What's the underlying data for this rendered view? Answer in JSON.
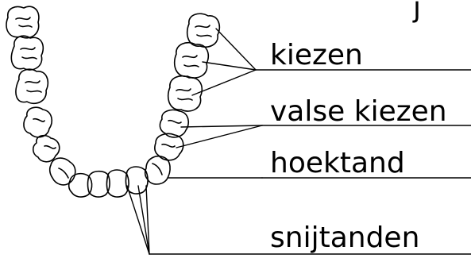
{
  "labels": {
    "kiezen": "kiezen",
    "valse_kiezen": "valse kiezen",
    "hoektand": "hoektand",
    "snijtanden": "snijtanden"
  },
  "heading_fragment": "j",
  "colors": {
    "ink": "#000000",
    "background": "#ffffff"
  }
}
